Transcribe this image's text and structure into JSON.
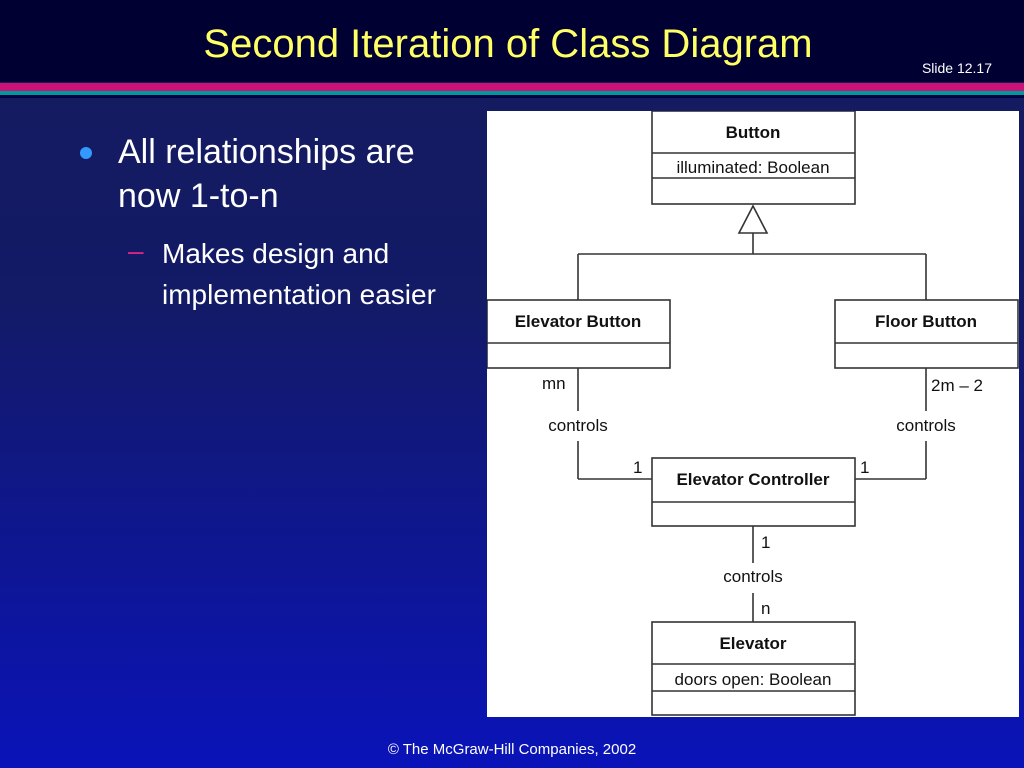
{
  "slide": {
    "title": "Second Iteration of Class Diagram",
    "slide_number": "Slide 12.17",
    "footer": "© The McGraw-Hill Companies, 2002"
  },
  "bullets": {
    "main": "All relationships are now 1-to-n",
    "sub": "Makes design and implementation easier",
    "dash": "–"
  },
  "diagram": {
    "button": {
      "name": "Button",
      "attribute": "illuminated: Boolean"
    },
    "elevator_button": {
      "name": "Elevator Button"
    },
    "floor_button": {
      "name": "Floor Button"
    },
    "elevator_controller": {
      "name": "Elevator Controller"
    },
    "elevator": {
      "name": "Elevator",
      "attribute": "doors open: Boolean"
    },
    "assoc_left": {
      "label": "controls",
      "multiplicity_button": "mn",
      "multiplicity_controller": "1"
    },
    "assoc_right": {
      "label": "controls",
      "multiplicity_button": "2m – 2",
      "multiplicity_controller": "1"
    },
    "assoc_bottom": {
      "label": "controls",
      "multiplicity_controller": "1",
      "multiplicity_elevator": "n"
    }
  },
  "colors": {
    "title": "#ffff66",
    "bullet": "#3399ff",
    "dash": "#dd2288",
    "stripe_magenta": "#cc1177",
    "stripe_teal": "#009999"
  }
}
